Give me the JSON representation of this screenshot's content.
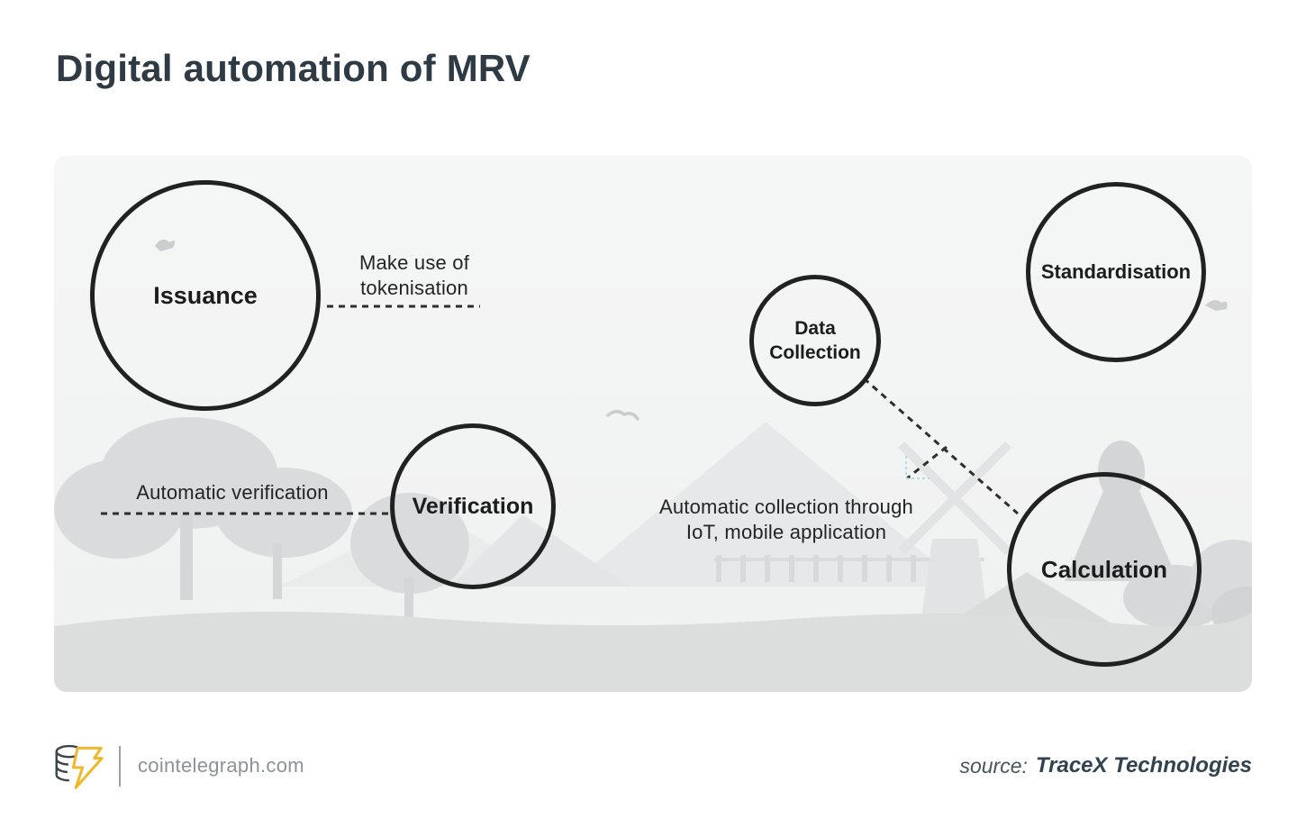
{
  "page": {
    "title": "Digital automation of MRV"
  },
  "diagram": {
    "nodes": [
      {
        "id": "issuance",
        "label": "Issuance"
      },
      {
        "id": "verification",
        "label": "Verification"
      },
      {
        "id": "data-collection",
        "label": "Data Collection"
      },
      {
        "id": "standardisation",
        "label": "Standardisation"
      },
      {
        "id": "calculation",
        "label": "Calculation"
      }
    ],
    "annotations": [
      {
        "id": "tokenisation",
        "text": "Make use of tokenisation"
      },
      {
        "id": "auto-verification",
        "text": "Automatic verification"
      },
      {
        "id": "auto-collection",
        "text": "Automatic collection through IoT, mobile application"
      }
    ]
  },
  "footer": {
    "site": "cointelegraph.com",
    "source_label": "source:",
    "source_name": "TraceX Technologies"
  },
  "colors": {
    "title_ink": "#2e3b44",
    "node_stroke": "#212121",
    "dashed_line": "#2e2e2e",
    "panel_bg": "#f2f3f3",
    "silhouette_gray": "#dcdddd",
    "brand_yellow": "#f1b72a",
    "footer_gray": "#8b9399",
    "source_ink": "#31434f",
    "artifact_blue": "#b5d7ec"
  }
}
